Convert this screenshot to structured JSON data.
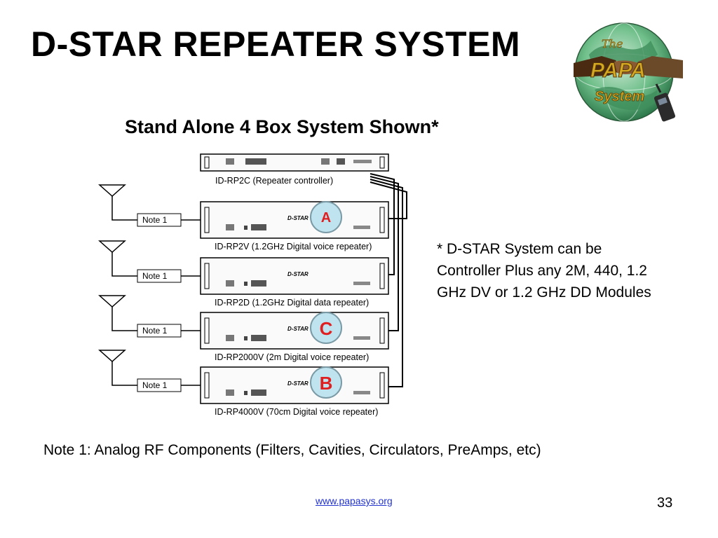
{
  "slide": {
    "title": "D-STAR REPEATER SYSTEM",
    "subtitle": "Stand Alone 4 Box System Shown*",
    "side_note": "* D-STAR System can be Controller  Plus any 2M, 440, 1.2 GHz DV or 1.2 GHz DD Modules",
    "note1": "Note 1:  Analog RF Components (Filters, Cavities, Circulators, PreAmps, etc)",
    "footer_link": "www.papasys.org",
    "page_number": "33"
  },
  "logo": {
    "line1": "The",
    "line2": "PAPA",
    "line3": "System",
    "icon": "globe-handshake-radio-icon"
  },
  "diagram": {
    "controller_label": "ID-RP2C (Repeater controller)",
    "brand_text": "D-STAR",
    "repeaters": [
      {
        "label": "ID-RP2V (1.2GHz Digital voice repeater)",
        "note": "Note 1",
        "badge": "A"
      },
      {
        "label": "ID-RP2D (1.2GHz Digital data repeater)",
        "note": "Note 1",
        "badge": ""
      },
      {
        "label": "ID-RP2000V (2m Digital voice repeater)",
        "note": "Note 1",
        "badge": "C"
      },
      {
        "label": "ID-RP4000V (70cm Digital voice repeater)",
        "note": "Note 1",
        "badge": "B"
      }
    ],
    "colors": {
      "badge_fill": "#bfe3ef",
      "badge_stroke": "#7a9aa5",
      "badge_text": "#e02020"
    }
  }
}
